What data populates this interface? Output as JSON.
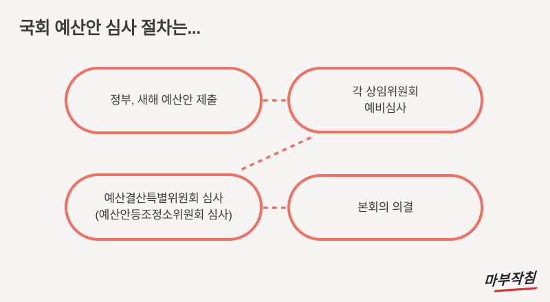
{
  "title": "국회 예산안 심사 절차는...",
  "colors": {
    "accent": "#F66E5F",
    "background": "#F7F5F4",
    "text": "#3C3C3C",
    "logo_text": "#23232A",
    "logo_underline": "#DD2B22"
  },
  "flow": {
    "nodes": [
      {
        "id": "node-1",
        "lines": [
          "정부, 새해 예산안 제출"
        ]
      },
      {
        "id": "node-2",
        "lines": [
          "각 상임위원회",
          "예비심사"
        ]
      },
      {
        "id": "node-3",
        "lines": [
          "예산결산특별위원회 심사",
          "(예산안등조정소위원회 심사)"
        ]
      },
      {
        "id": "node-4",
        "lines": [
          "본회의 의결"
        ]
      }
    ],
    "connectors": [
      {
        "from": "node-1",
        "to": "node-2",
        "style": "dashed",
        "shape": "horizontal"
      },
      {
        "from": "node-2",
        "to": "node-3",
        "style": "dashed",
        "shape": "diagonal"
      },
      {
        "from": "node-3",
        "to": "node-4",
        "style": "dashed",
        "shape": "horizontal"
      }
    ]
  },
  "logo": {
    "text": "마부작침"
  }
}
